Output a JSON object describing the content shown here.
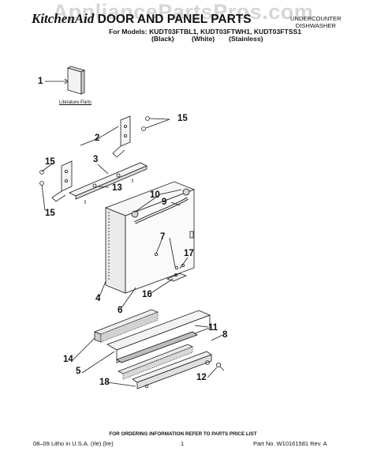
{
  "watermark": "AppliancePartsPros.com",
  "header": {
    "brand": "KitchenAid",
    "title": "DOOR AND PANEL PARTS",
    "models_line": "For Models: KUDT03FTBL1, KUDT03FTWH1, KUDT03FTSS1",
    "colors": [
      "(Black)",
      "(White)",
      "(Stainless)"
    ],
    "category": [
      "UNDERCOUNTER",
      "DISHWASHER"
    ]
  },
  "diagram": {
    "literature_label": "Literature Parts",
    "callouts": [
      "1",
      "2",
      "15",
      "15",
      "3",
      "13",
      "15",
      "10",
      "9",
      "7",
      "17",
      "4",
      "6",
      "16",
      "11",
      "8",
      "14",
      "5",
      "18",
      "12"
    ]
  },
  "footer": {
    "note": "FOR ORDERING INFORMATION REFER TO PARTS PRICE LIST",
    "left": "08–09 Litho in U.S.A. (rle) (lre)",
    "page": "1",
    "right": "Part No. W10161581 Rev. A"
  }
}
